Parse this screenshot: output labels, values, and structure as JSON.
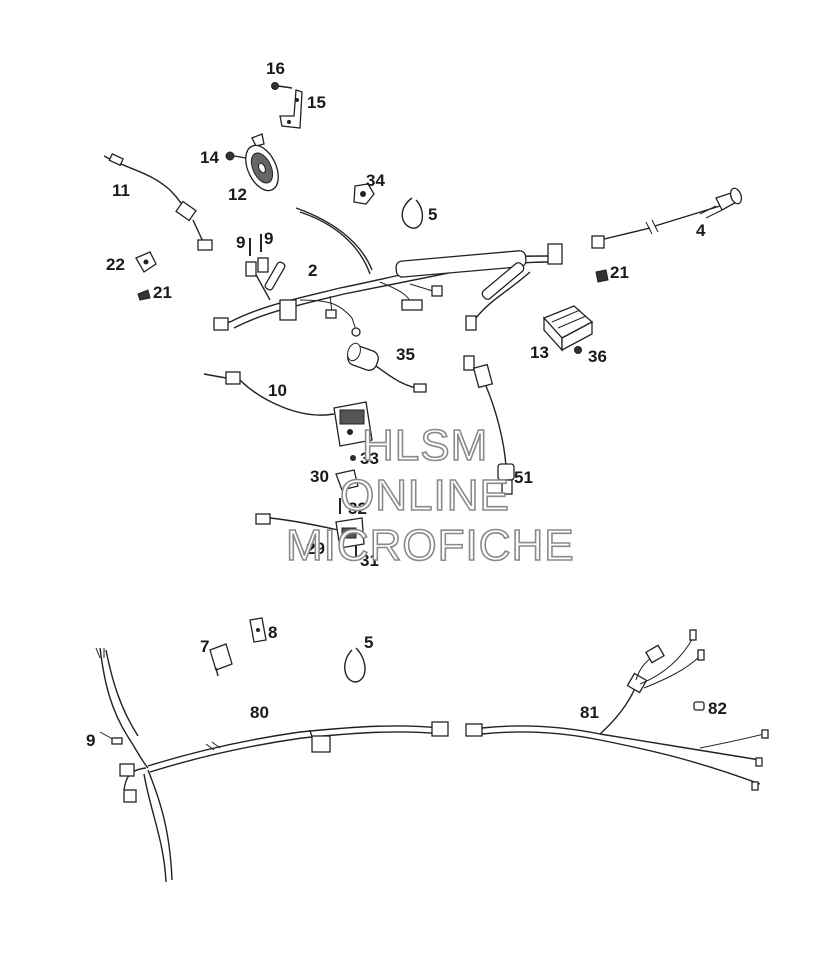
{
  "callouts": [
    {
      "id": "c16",
      "text": "16"
    },
    {
      "id": "c15",
      "text": "15"
    },
    {
      "id": "c14",
      "text": "14"
    },
    {
      "id": "c12",
      "text": "12"
    },
    {
      "id": "c11",
      "text": "11"
    },
    {
      "id": "c34",
      "text": "34"
    },
    {
      "id": "c5a",
      "text": "5"
    },
    {
      "id": "c9a",
      "text": "9"
    },
    {
      "id": "c9b",
      "text": "9"
    },
    {
      "id": "c2",
      "text": "2"
    },
    {
      "id": "c4",
      "text": "4"
    },
    {
      "id": "c22",
      "text": "22"
    },
    {
      "id": "c21a",
      "text": "21"
    },
    {
      "id": "c21b",
      "text": "21"
    },
    {
      "id": "c13",
      "text": "13"
    },
    {
      "id": "c36",
      "text": "36"
    },
    {
      "id": "c35",
      "text": "35"
    },
    {
      "id": "c10",
      "text": "10"
    },
    {
      "id": "c33",
      "text": "33"
    },
    {
      "id": "c30",
      "text": "30"
    },
    {
      "id": "c51",
      "text": "51"
    },
    {
      "id": "c32",
      "text": "32"
    },
    {
      "id": "c29",
      "text": "29"
    },
    {
      "id": "c31",
      "text": "31"
    },
    {
      "id": "c8",
      "text": "8"
    },
    {
      "id": "c7",
      "text": "7"
    },
    {
      "id": "c5b",
      "text": "5"
    },
    {
      "id": "c80",
      "text": "80"
    },
    {
      "id": "c81",
      "text": "81"
    },
    {
      "id": "c82",
      "text": "82"
    },
    {
      "id": "c9c",
      "text": "9"
    }
  ],
  "watermark": {
    "line1": "HLSM",
    "line2": "ONLINE",
    "line3": "MICROFICHE"
  }
}
